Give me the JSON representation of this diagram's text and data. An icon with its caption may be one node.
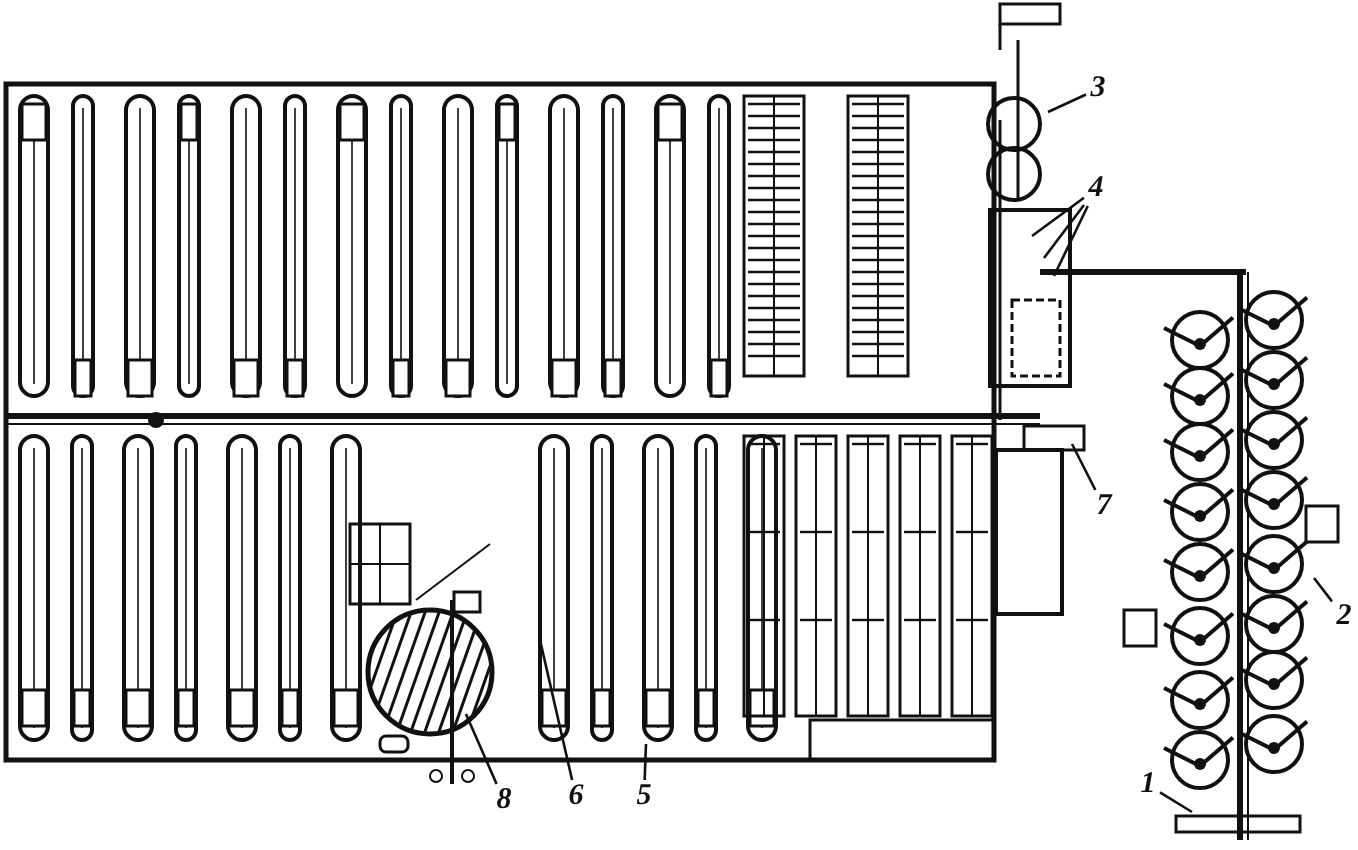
{
  "diagram": {
    "nodes": [
      {
        "text": [
          "3"
        ]
      },
      {
        "text": [
          "4"
        ]
      },
      {
        "text": [
          "7"
        ]
      },
      {
        "text": [
          "2"
        ]
      },
      {
        "text": [
          "1"
        ]
      },
      {
        "text": [
          "8"
        ]
      },
      {
        "text": [
          "6"
        ]
      },
      {
        "text": [
          "5"
        ]
      }
    ],
    "edges": [
      {
        "from": 0,
        "to": null,
        "arrow": "none"
      },
      {
        "from": 1,
        "to": null,
        "arrow": "none"
      },
      {
        "from": 1,
        "to": null,
        "arrow": "none"
      },
      {
        "from": 1,
        "to": null,
        "arrow": "none"
      },
      {
        "from": 2,
        "to": null,
        "arrow": "none"
      },
      {
        "from": 3,
        "to": null,
        "arrow": "none"
      },
      {
        "from": 4,
        "to": null,
        "arrow": "none"
      },
      {
        "from": 5,
        "to": null,
        "arrow": "none"
      },
      {
        "from": 6,
        "to": null,
        "arrow": "none"
      },
      {
        "from": 7,
        "to": null,
        "arrow": "none"
      }
    ]
  }
}
